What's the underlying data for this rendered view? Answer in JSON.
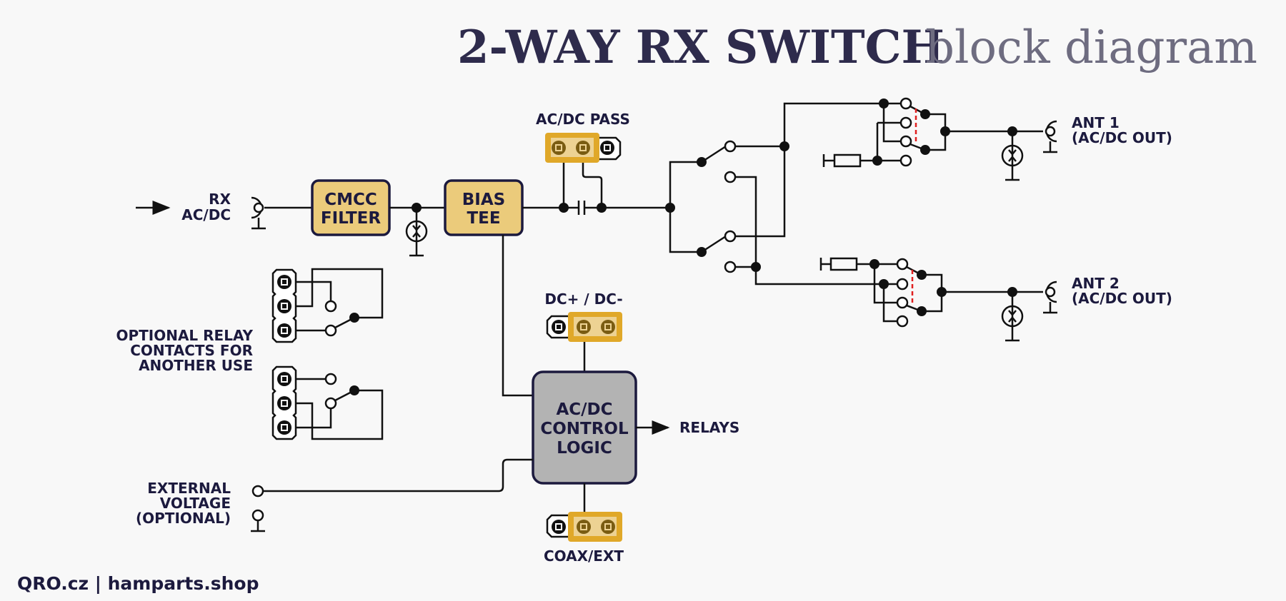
{
  "title": {
    "main": "2-WAY RX SWITCH",
    "sub": "block diagram"
  },
  "input": {
    "label_line1": "RX",
    "label_line2": "AC/DC",
    "connector_icon": "coax-connector"
  },
  "blocks": {
    "cmcc_filter": {
      "line1": "CMCC",
      "line2": "FILTER",
      "color": "#ebcb7b"
    },
    "bias_tee": {
      "line1": "BIAS",
      "line2": "TEE",
      "color": "#ebcb7b"
    },
    "control_logic": {
      "line1": "AC/DC",
      "line2": "CONTROL",
      "line3": "LOGIC",
      "color": "#b3b3b3"
    }
  },
  "jumpers": {
    "acdc_pass": {
      "label": "AC/DC PASS"
    },
    "dc_polarity": {
      "label": "DC+ / DC-"
    },
    "coax_ext": {
      "label": "COAX/EXT"
    },
    "jumper_color": "#e0a829"
  },
  "outputs": {
    "ant1": {
      "line1": "ANT 1",
      "line2": "(AC/DC OUT)"
    },
    "ant2": {
      "line1": "ANT 2",
      "line2": "(AC/DC OUT)"
    }
  },
  "relays_label": "RELAYS",
  "optional_relay": {
    "line1": "OPTIONAL RELAY",
    "line2": "CONTACTS FOR",
    "line3": "ANOTHER USE"
  },
  "external_voltage": {
    "line1": "EXTERNAL",
    "line2": "VOLTAGE",
    "line3": "(OPTIONAL)"
  },
  "footer": "QRO.cz | hamparts.shop",
  "colors": {
    "background": "#f8f8f8",
    "text_dark": "#1c1a3e",
    "title_dark": "#2e2b4c",
    "title_light": "#6e6c80",
    "relay_link": "#e02020"
  }
}
